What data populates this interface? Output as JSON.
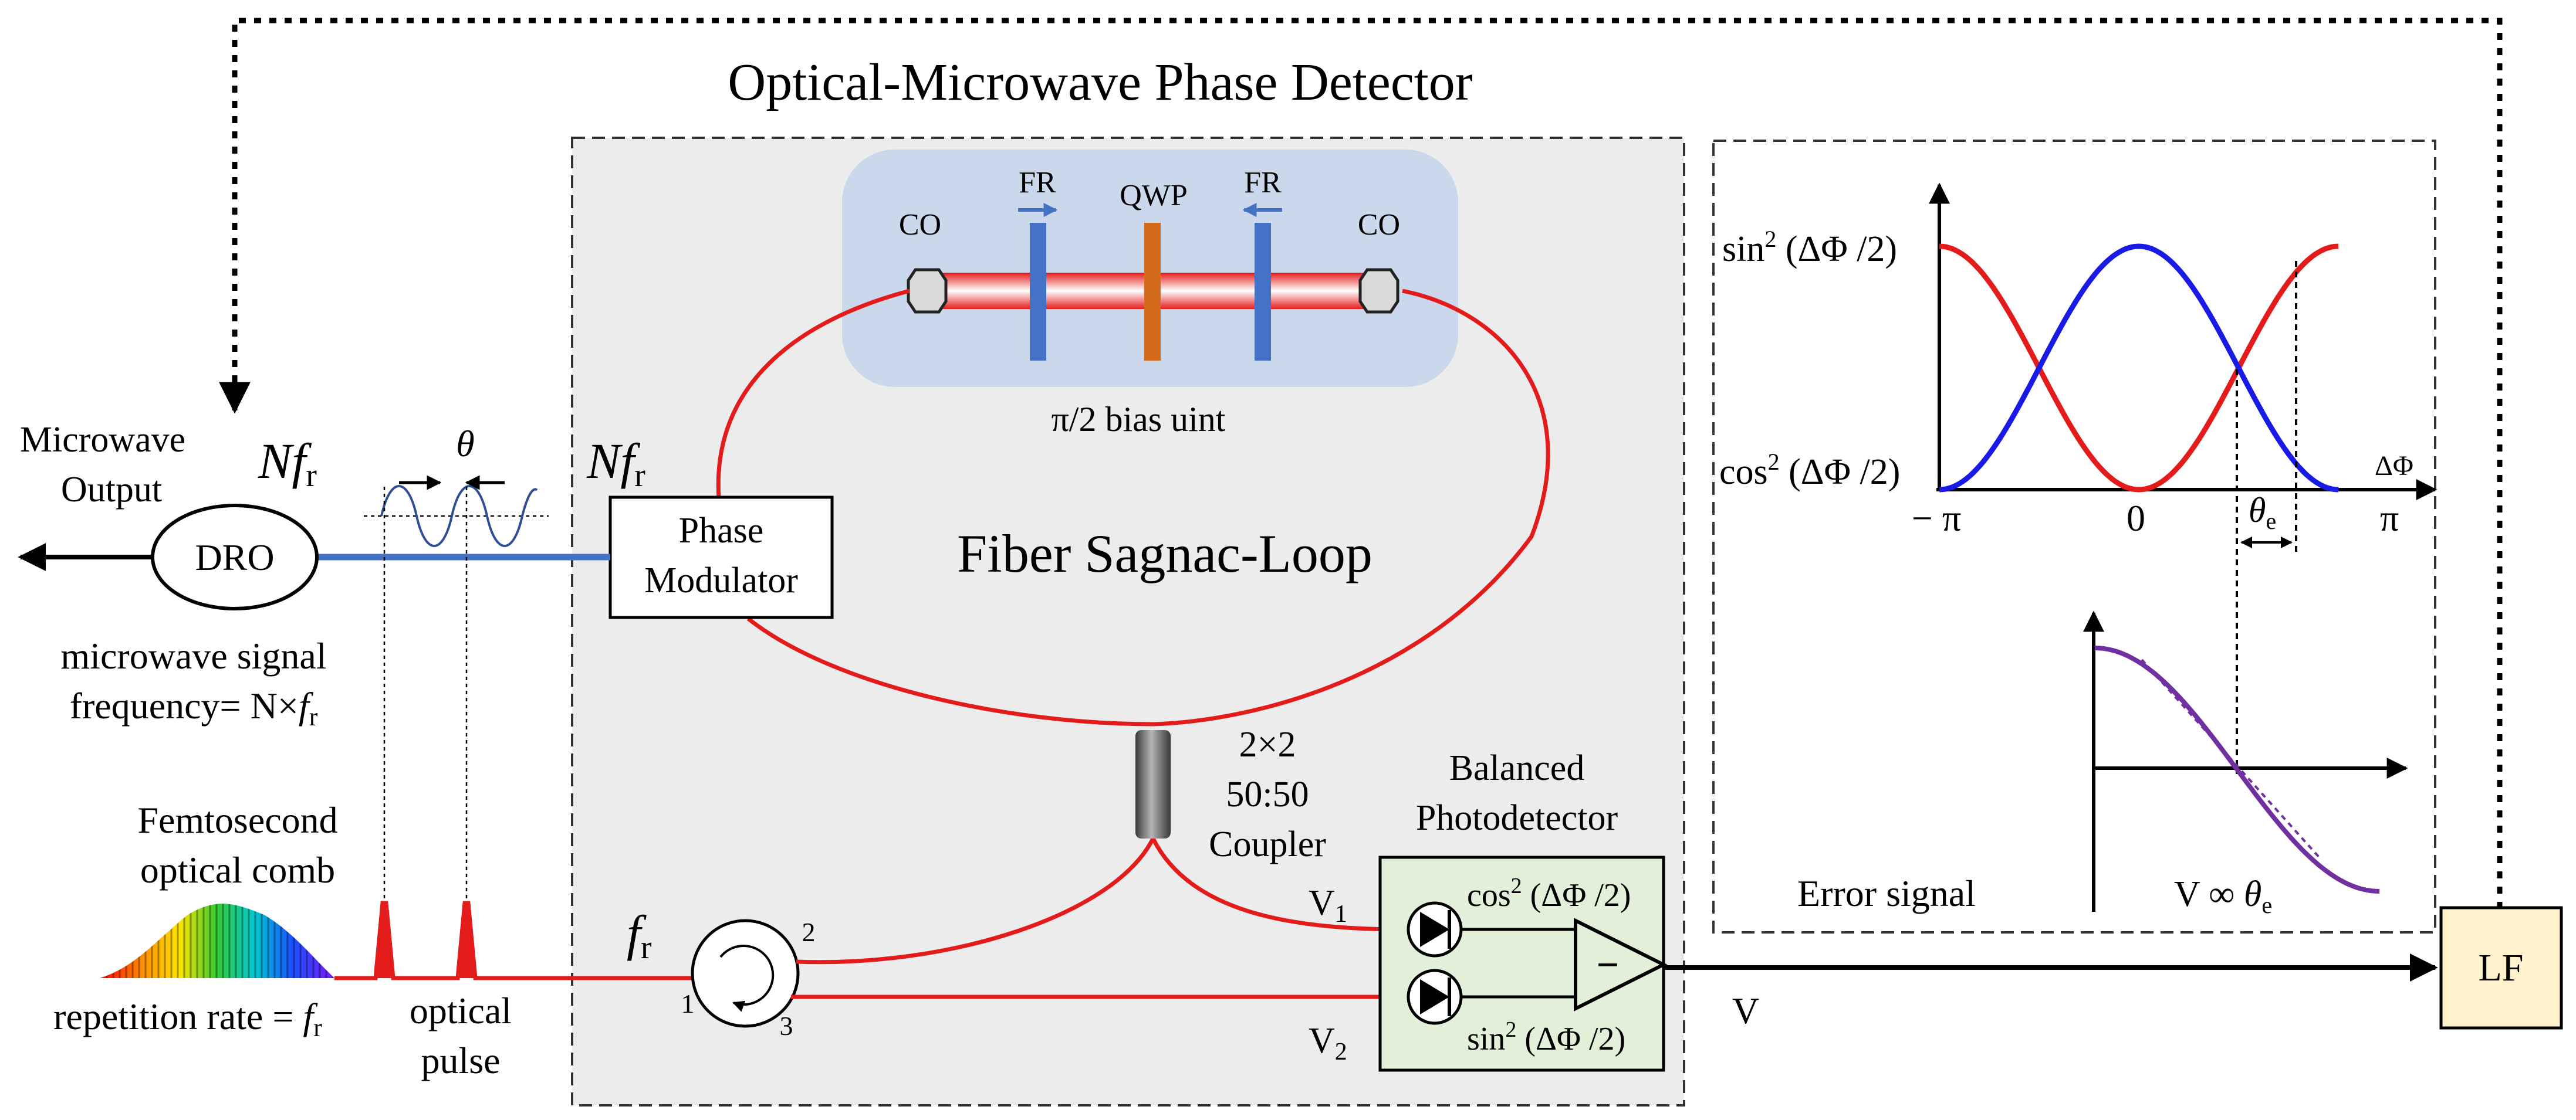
{
  "title": "Optical-Microwave Phase Detector",
  "bias_unit": {
    "label": "π/2 bias uint",
    "co_left": "CO",
    "co_right": "CO",
    "fr_left": "FR",
    "fr_right": "FR",
    "qwp": "QWP"
  },
  "sagnac_loop": "Fiber Sagnac-Loop",
  "phase_modulator": [
    "Phase",
    "Modulator"
  ],
  "nfr_modulator": {
    "prefix": "N",
    "f": "f",
    "sub": "r"
  },
  "nfr_dro": {
    "prefix": "N",
    "f": "f",
    "sub": "r"
  },
  "theta_label": "θ",
  "microwave_output": [
    "Microwave",
    "Output"
  ],
  "dro": "DRO",
  "microwave_signal": {
    "line1": "microwave signal",
    "line2": "frequency= N×",
    "f": "f",
    "sub": "r"
  },
  "femtosecond_comb": [
    "Femtosecond",
    "optical comb"
  ],
  "repetition_rate": {
    "text": "repetition rate = ",
    "f": "f",
    "sub": "r"
  },
  "optical_pulse": [
    "optical",
    "pulse"
  ],
  "fr_circulator": {
    "f": "f",
    "sub": "r"
  },
  "circulator_ports": [
    "1",
    "2",
    "3"
  ],
  "coupler": [
    "2×2",
    "50:50",
    "Coupler"
  ],
  "balanced_photodetector": {
    "title": [
      "Balanced",
      "Photodetector"
    ],
    "cos_label": {
      "fn": "cos",
      "sup": "2",
      "arg": " (ΔΦ /2)"
    },
    "sin_label": {
      "fn": "sin",
      "sup": "2",
      "arg": " (ΔΦ /2)"
    },
    "minus": "−"
  },
  "v1": {
    "v": "V",
    "sub": "1"
  },
  "v2": {
    "v": "V",
    "sub": "2"
  },
  "v_output": "V",
  "lf": "LF",
  "plot_top": {
    "sin_label": {
      "fn": "sin",
      "sup": "2",
      "arg": " (ΔΦ /2)"
    },
    "cos_label": {
      "fn": "cos",
      "sup": "2",
      "arg": " (ΔΦ /2)"
    },
    "axis_label": "ΔΦ",
    "tick_labels": [
      "− π",
      "0",
      "π"
    ],
    "theta_e": {
      "t": "θ",
      "sub": "e"
    }
  },
  "plot_bottom": {
    "relation": {
      "text": "V ∞ ",
      "t": "θ",
      "sub": "e"
    }
  },
  "error_signal": "Error signal",
  "colors": {
    "red_fiber": "#e41b1b",
    "blue_microwave": "#4472c4",
    "sin_curve": "#e41b1b",
    "cos_curve": "#1a1ae6",
    "error_curve": "#7030a0",
    "panel_gray": "#ececec",
    "bias_box": "#cbd8eb",
    "detector_box": "#e2efd9",
    "lf_box": "#fff2cc",
    "qwp": "#d46a1c",
    "fr": "#4472c4"
  }
}
